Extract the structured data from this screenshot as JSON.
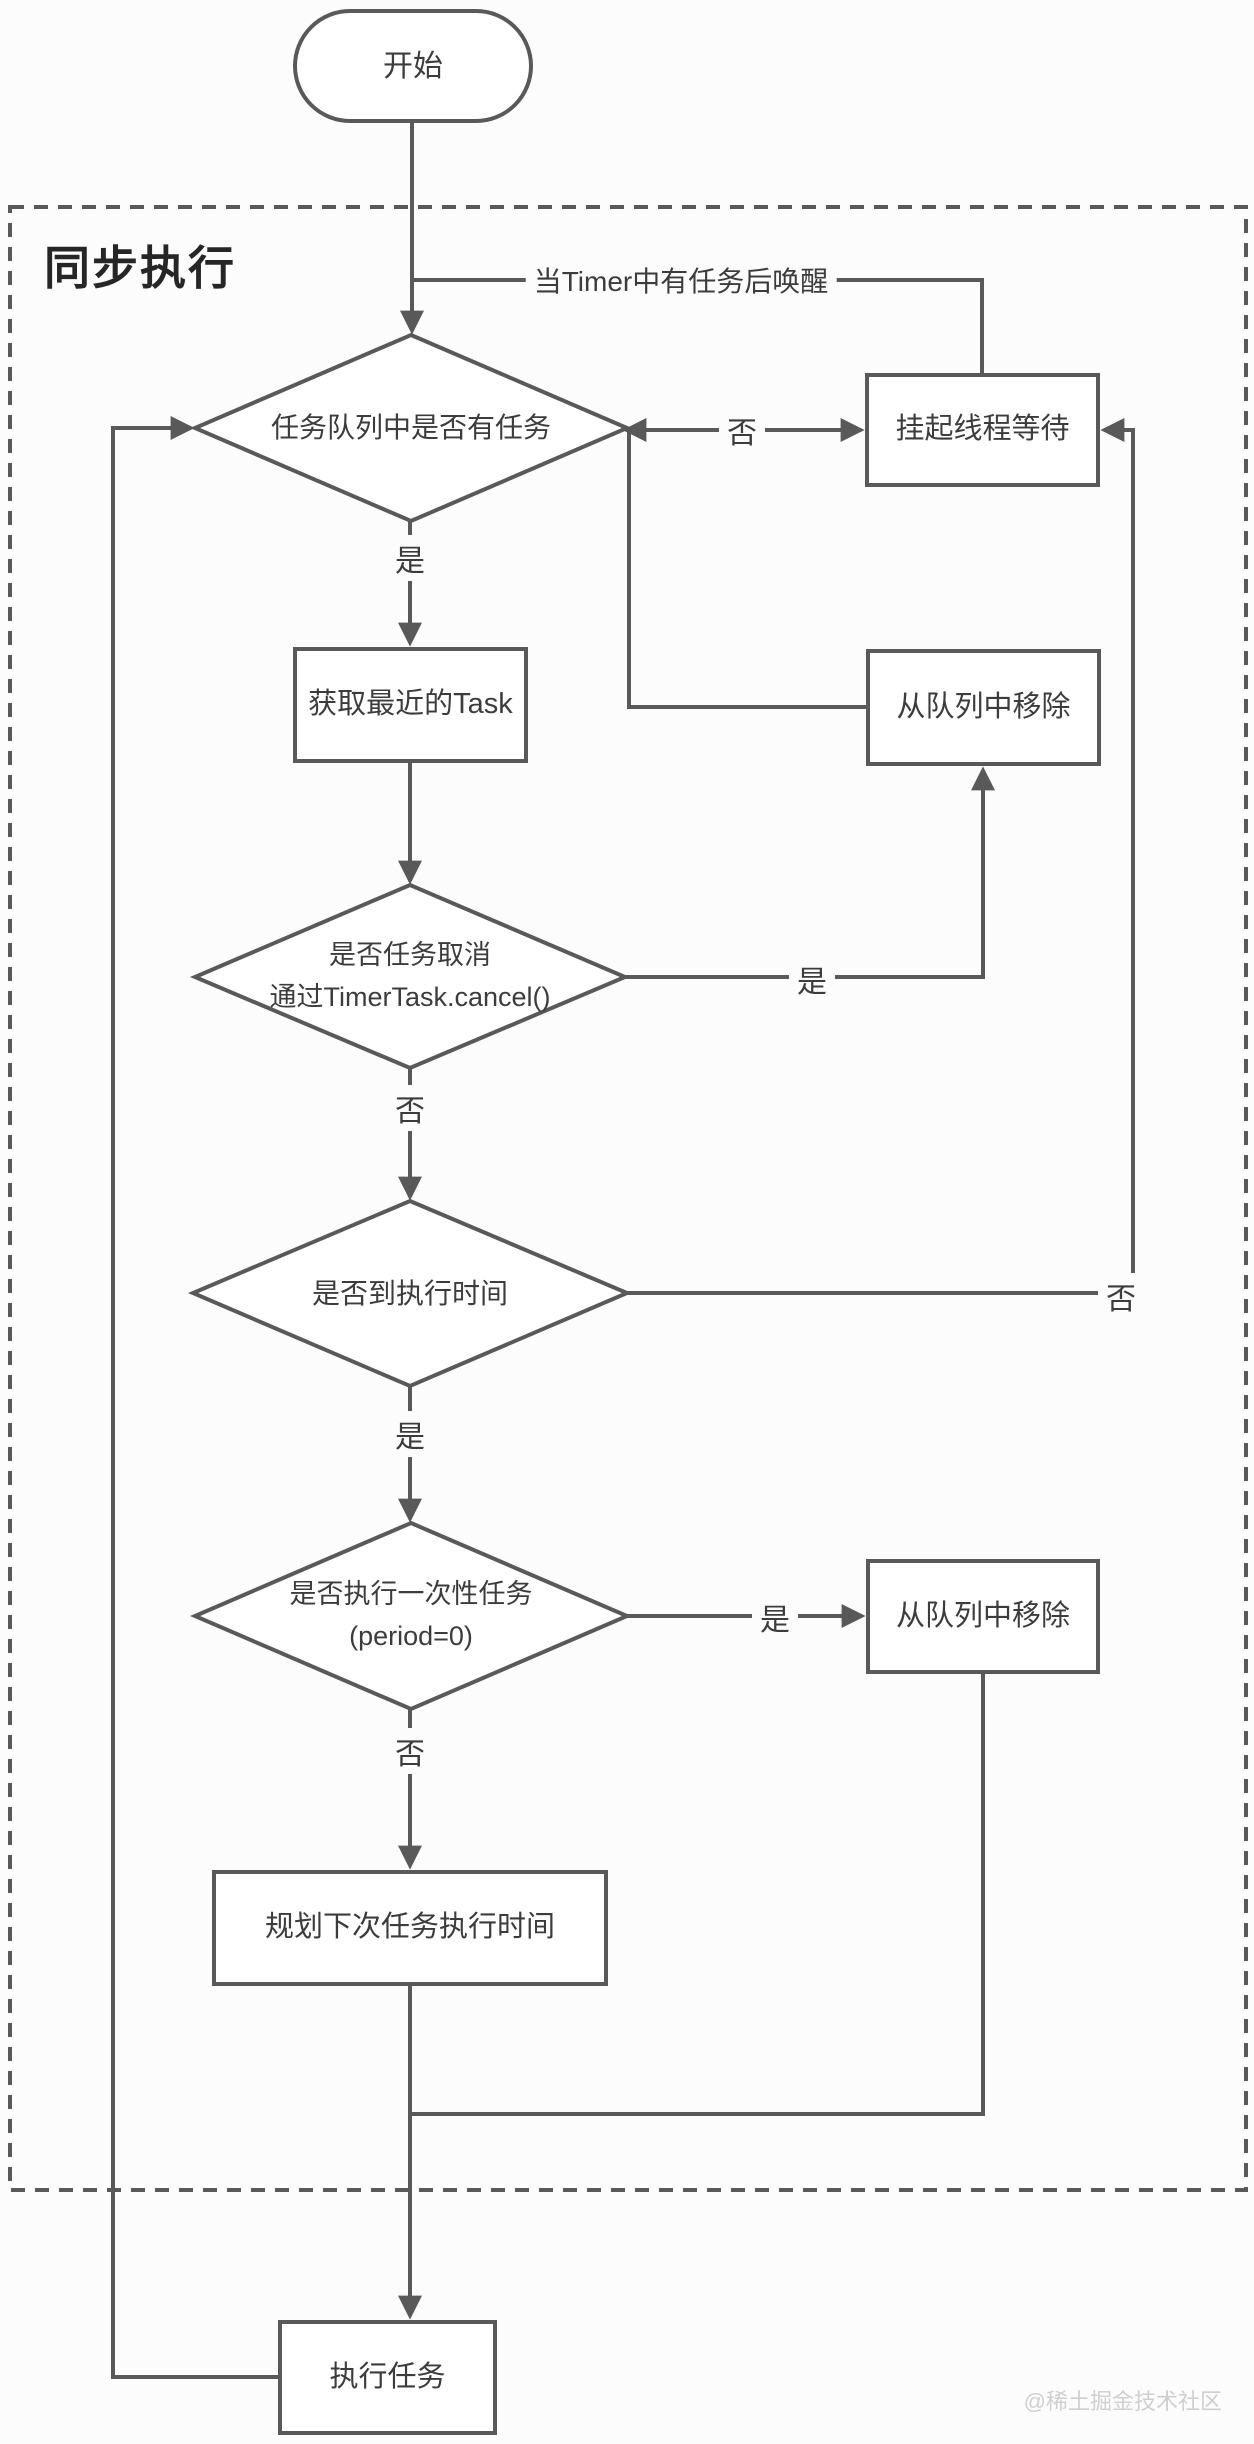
{
  "container": {
    "title": "同步执行"
  },
  "nodes": {
    "start": {
      "label": "开始"
    },
    "decision_has_task": {
      "label": "任务队列中是否有任务"
    },
    "suspend": {
      "label": "挂起线程等待"
    },
    "get_task": {
      "label": "获取最近的Task"
    },
    "remove_1": {
      "label": "从队列中移除"
    },
    "decision_cancelled": {
      "line1": "是否任务取消",
      "line2": "通过TimerTask.cancel()"
    },
    "decision_time": {
      "label": "是否到执行时间"
    },
    "decision_once": {
      "line1": "是否执行一次性任务",
      "line2": "(period=0)"
    },
    "remove_2": {
      "label": "从队列中移除"
    },
    "schedule_next": {
      "label": "规划下次任务执行时间"
    },
    "execute": {
      "label": "执行任务"
    }
  },
  "labels": {
    "wake": "当Timer中有任务后唤醒",
    "no_1": "否",
    "yes_1": "是",
    "yes_2": "是",
    "no_2": "否",
    "no_3": "否",
    "yes_3": "是",
    "yes_4": "是",
    "no_4": "否"
  },
  "watermark": "@稀土掘金技术社区",
  "colors": {
    "line": "#595959",
    "text": "#3c3c3c",
    "background": "#fcfcfc",
    "node_fill": "#ffffff",
    "watermark": "#cfcfcf"
  }
}
